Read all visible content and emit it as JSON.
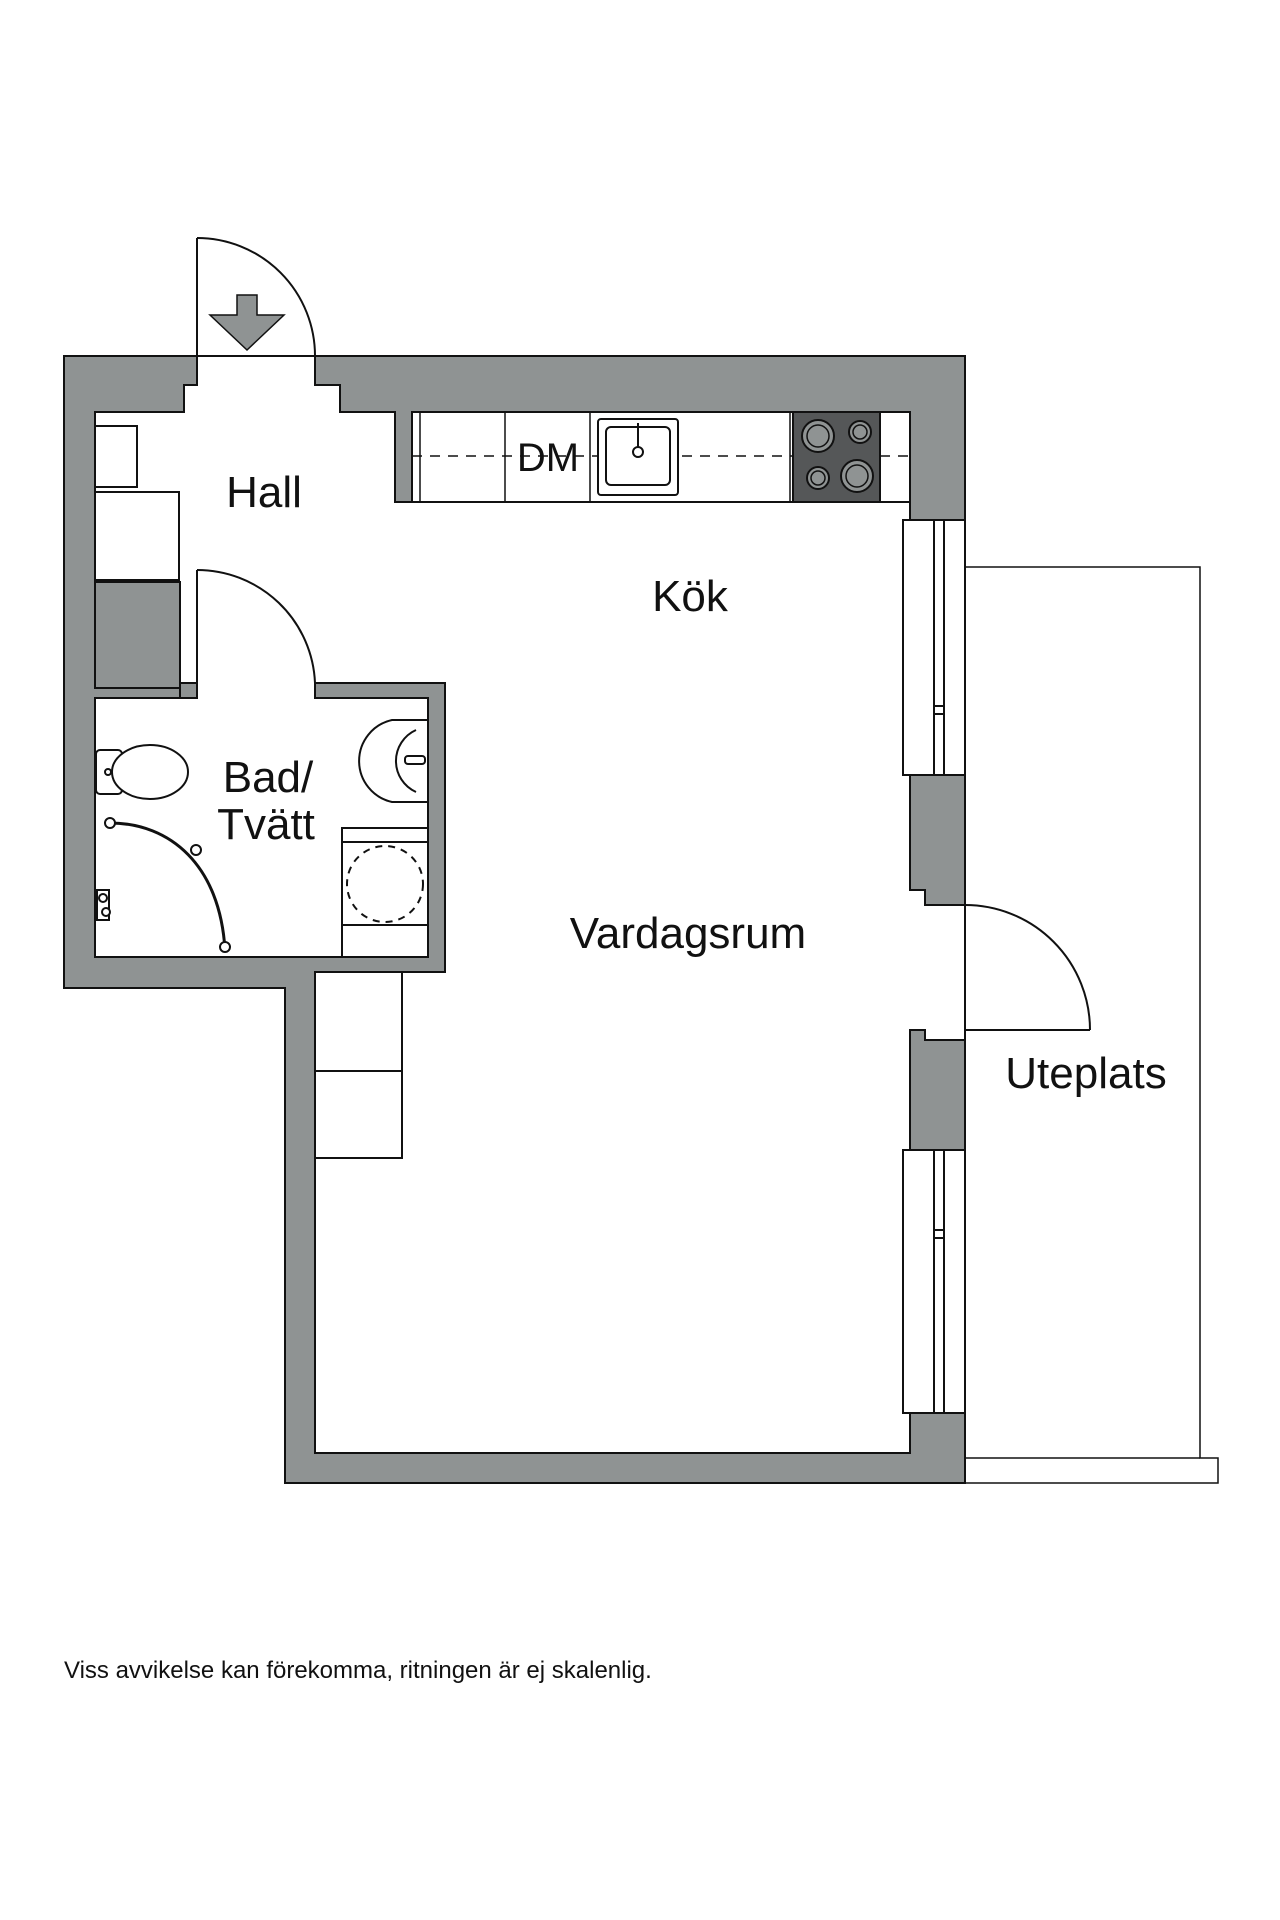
{
  "rooms": {
    "hall": "Hall",
    "kitchen": "Kök",
    "bath_line1": "Bad/",
    "bath_line2": "Tvätt",
    "living": "Vardagsrum",
    "patio": "Uteplats"
  },
  "fixtures": {
    "dishwasher": "DM"
  },
  "disclaimer": "Viss avvikelse kan förekomma, ritningen är ej skalenlig.",
  "colors": {
    "wall": "#8f9393",
    "line": "#111111",
    "stove": "#555758"
  }
}
